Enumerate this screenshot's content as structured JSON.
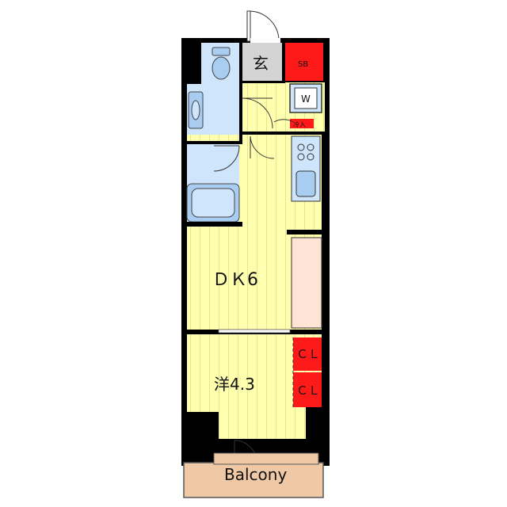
{
  "rooms": {
    "entrance": "玄",
    "shoe_box": "SB",
    "washer": "W",
    "fridge": "冷入",
    "dining_kitchen": "ＤＫ6",
    "western_room": "洋4.3",
    "closet_upper": "ＣＬ",
    "closet_lower": "ＣＬ",
    "balcony": "Balcony"
  },
  "colors": {
    "wall": "#000000",
    "floor_yellow": "#ffffb0",
    "floor_stripe": "#d9d47a",
    "wet_area_blue": "#cfe5fb",
    "fixture_blue": "#a8cdf0",
    "storage_red": "#ff1a1a",
    "entrance_gray": "#d4d4d4",
    "balcony_tan": "#efc9a6",
    "counter_pink": "#ffe4d6"
  }
}
